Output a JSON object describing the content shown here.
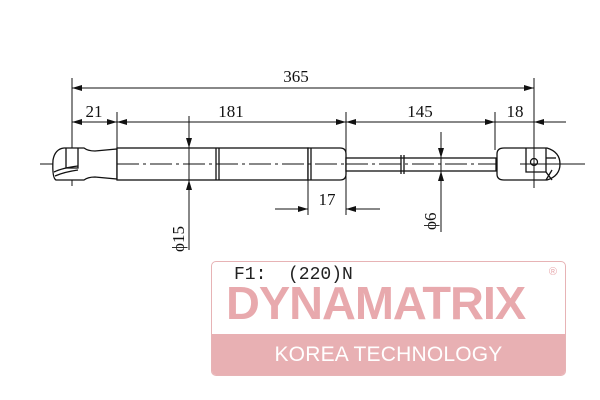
{
  "drawing": {
    "title": "Gas spring dimension drawing",
    "line_color": "#111111",
    "dimensions": {
      "overall_length": "365",
      "left_end_fitting": "21",
      "cylinder_body": "181",
      "rod_stroke": "145",
      "right_end_fitting": "18",
      "seal_collar": "17",
      "cylinder_diameter": "ϕ15",
      "rod_diameter": "ϕ6"
    }
  },
  "spec": {
    "force_label": "F1:  (220)N"
  },
  "logo": {
    "brand": "DYNAMATRIX",
    "registered_mark": "®",
    "tagline": "KOREA TECHNOLOGY",
    "accent_color": "#e8b0b3"
  }
}
